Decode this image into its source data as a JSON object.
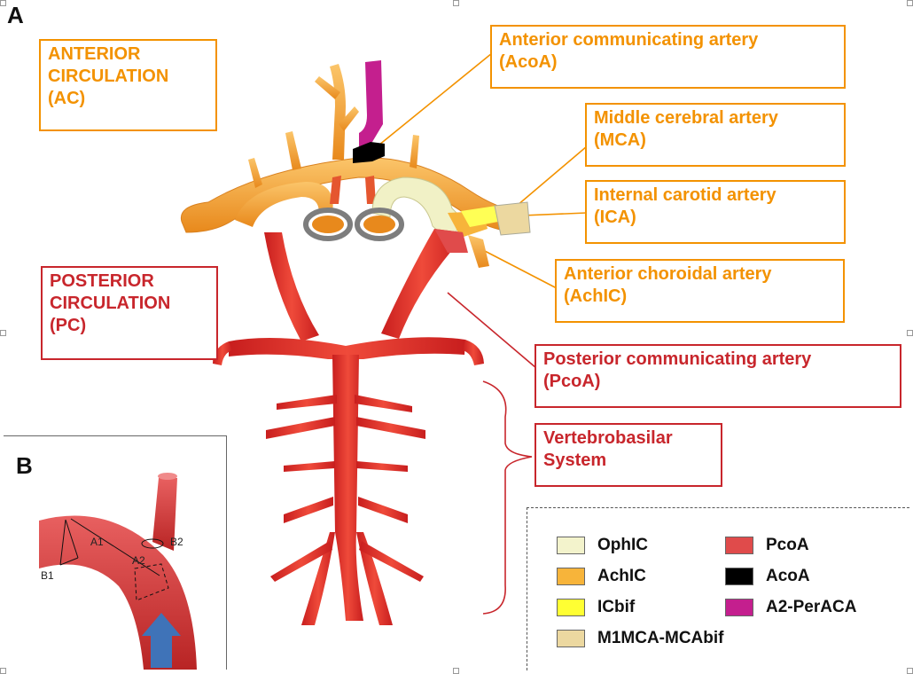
{
  "panels": {
    "a": "A",
    "b": "B"
  },
  "labels": {
    "anterior_circulation": [
      "ANTERIOR",
      "CIRCULATION",
      "(AC)"
    ],
    "posterior_circulation": [
      "POSTERIOR",
      "CIRCULATION",
      "(PC)"
    ],
    "acoa": [
      "Anterior communicating artery",
      "(AcoA)"
    ],
    "mca": [
      "Middle cerebral artery",
      "(MCA)"
    ],
    "ica": [
      "Internal carotid artery",
      "(ICA)"
    ],
    "achic": [
      "Anterior choroidal artery",
      "(AchIC)"
    ],
    "pcoa": [
      "Posterior communicating artery",
      "(PcoA)"
    ],
    "vertebrobasilar": [
      "Vertebrobasilar",
      "System"
    ]
  },
  "inset": {
    "b1": "B1",
    "a1": "A1",
    "a2": "A2",
    "b2": "B2"
  },
  "legend": [
    {
      "label": "OphIC",
      "color": "#f3f3cc"
    },
    {
      "label": "AchIC",
      "color": "#f7b43a"
    },
    {
      "label": "ICbif",
      "color": "#ffff33"
    },
    {
      "label": "M1MCA-MCAbif",
      "color": "#ecd8a0"
    },
    {
      "label": "PcoA",
      "color": "#e04b4b"
    },
    {
      "label": "AcoA",
      "color": "#000000"
    },
    {
      "label": "A2-PerACA",
      "color": "#c41f8e"
    }
  ],
  "colors": {
    "orange": "#f39200",
    "red": "#c8262c",
    "artery_red": "#e23a2c",
    "artery_orange": "#f5a53a"
  }
}
